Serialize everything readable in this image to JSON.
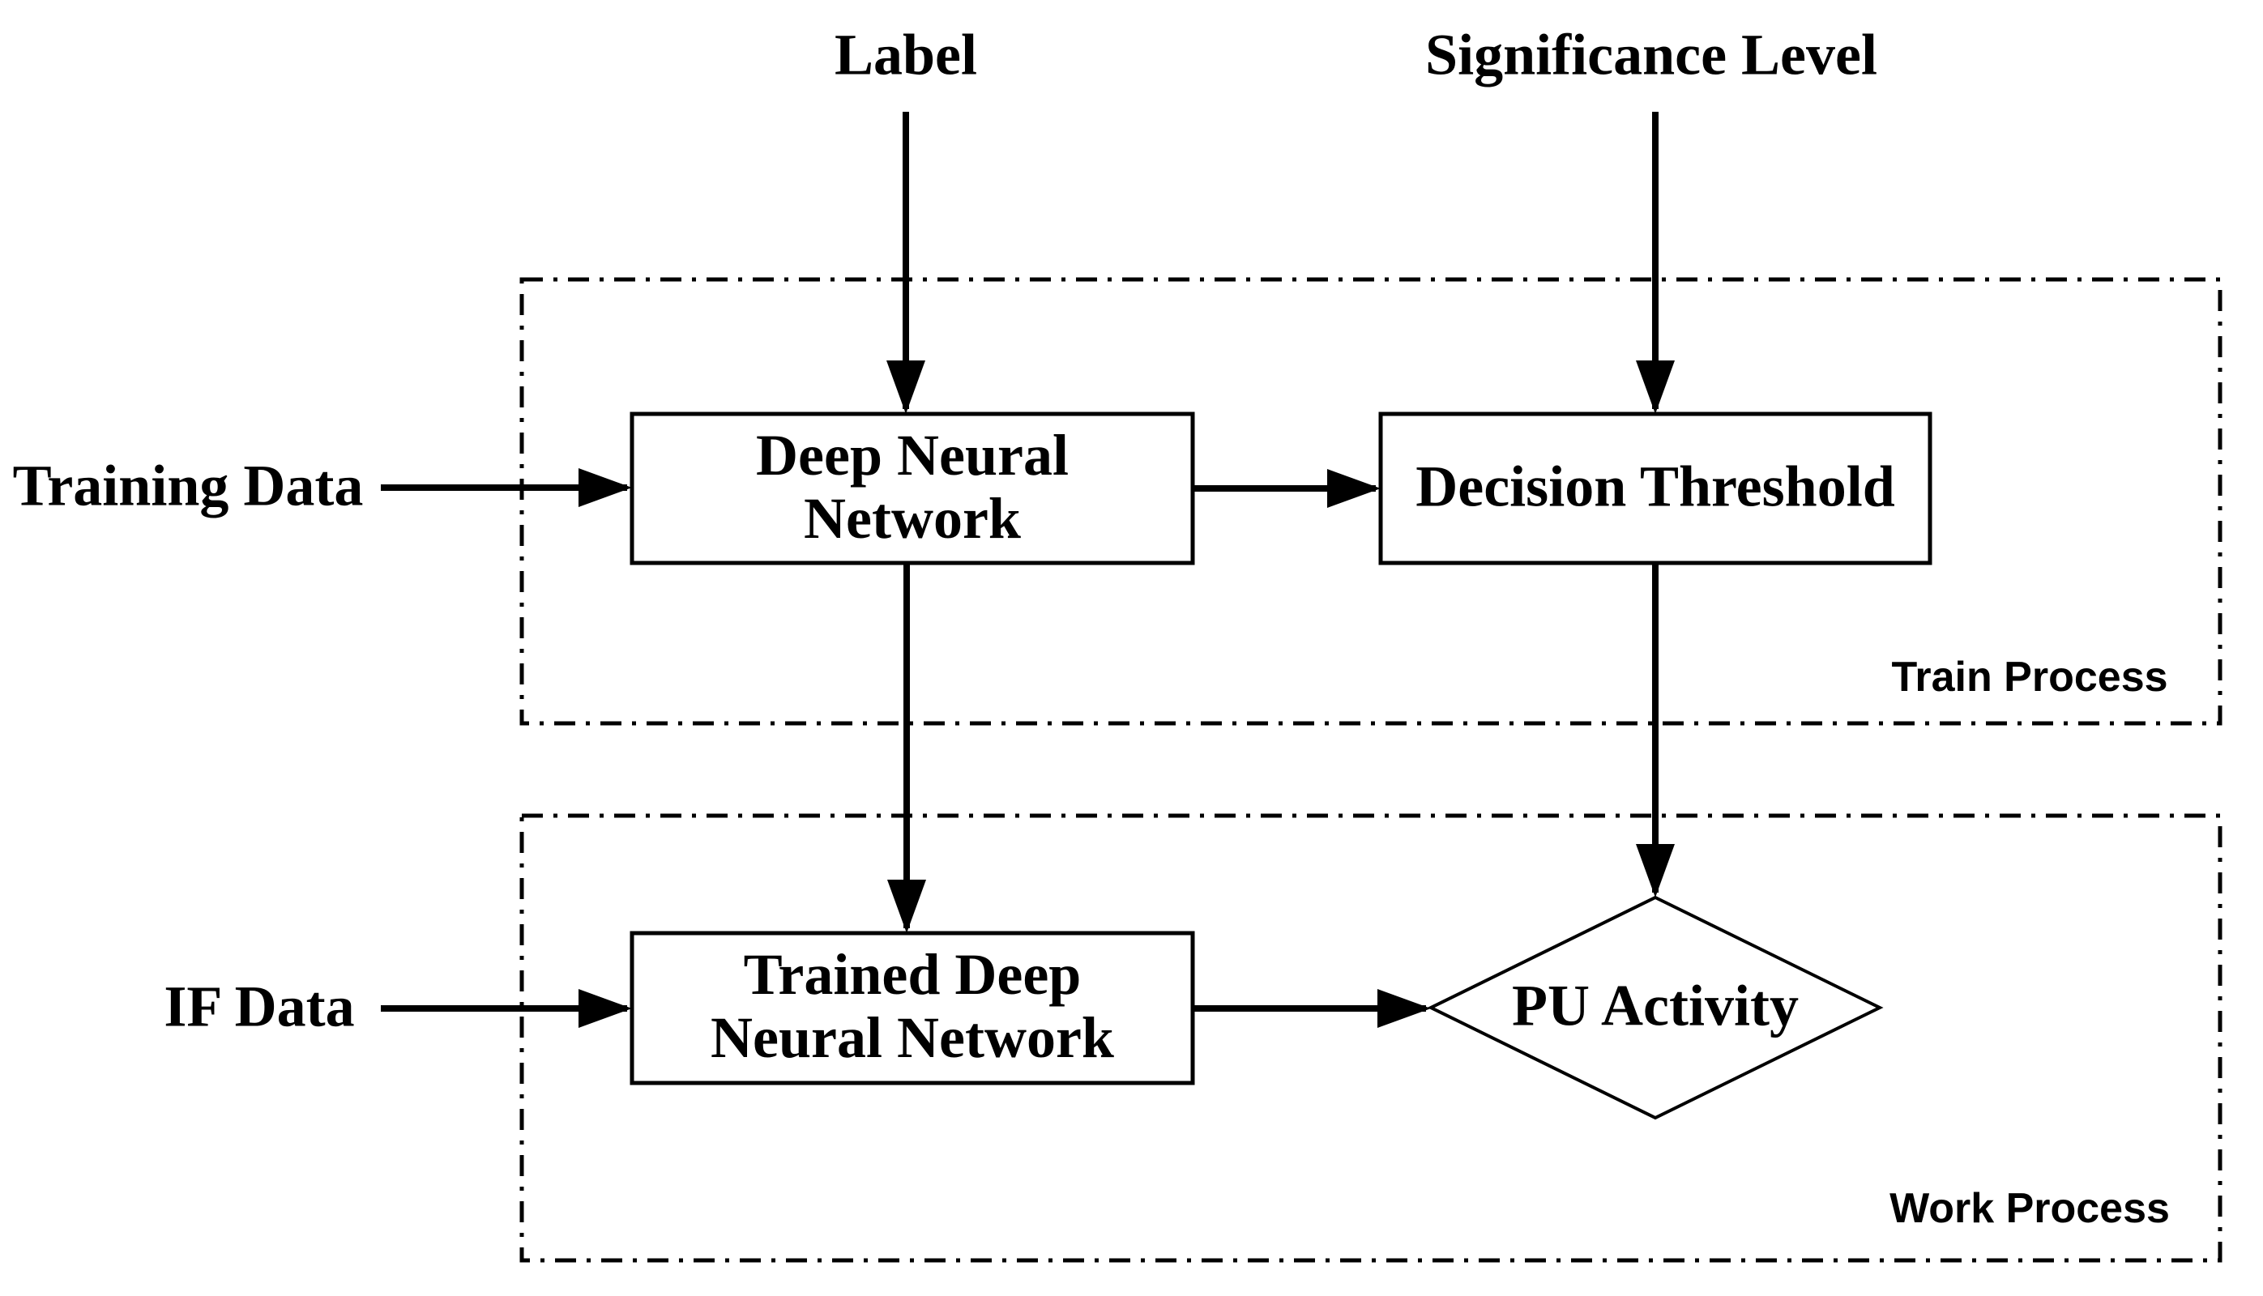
{
  "figure": {
    "type": "flowchart",
    "background_color": "#ffffff",
    "ink_color": "#000000"
  },
  "external_labels": {
    "label": "Label",
    "significance_level": "Significance Level",
    "training_data": "Training Data",
    "if_data": "IF Data"
  },
  "process_groups": {
    "train_process": {
      "label": "Train Process",
      "border_style": "dash-dot"
    },
    "work_process": {
      "label": "Work Process",
      "border_style": "dash-dot"
    }
  },
  "nodes": {
    "deep_neural_network": {
      "shape": "rectangle",
      "line1": "Deep Neural",
      "line2": "Network"
    },
    "decision_threshold": {
      "shape": "rectangle",
      "label": "Decision Threshold"
    },
    "trained_deep_neural_network": {
      "shape": "rectangle",
      "line1": "Trained Deep",
      "line2": "Neural Network"
    },
    "pu_activity": {
      "shape": "diamond",
      "label": "PU Activity"
    }
  },
  "edges": [
    {
      "from": "Label",
      "to": "Deep Neural Network",
      "direction": "down"
    },
    {
      "from": "Significance Level",
      "to": "Decision Threshold",
      "direction": "down"
    },
    {
      "from": "Training Data",
      "to": "Deep Neural Network",
      "direction": "right"
    },
    {
      "from": "Deep Neural Network",
      "to": "Decision Threshold",
      "direction": "right"
    },
    {
      "from": "Deep Neural Network",
      "to": "Trained Deep Neural Network",
      "direction": "down"
    },
    {
      "from": "Decision Threshold",
      "to": "PU Activity",
      "direction": "down"
    },
    {
      "from": "IF Data",
      "to": "Trained Deep Neural Network",
      "direction": "right"
    },
    {
      "from": "Trained Deep Neural Network",
      "to": "PU Activity",
      "direction": "right"
    }
  ]
}
